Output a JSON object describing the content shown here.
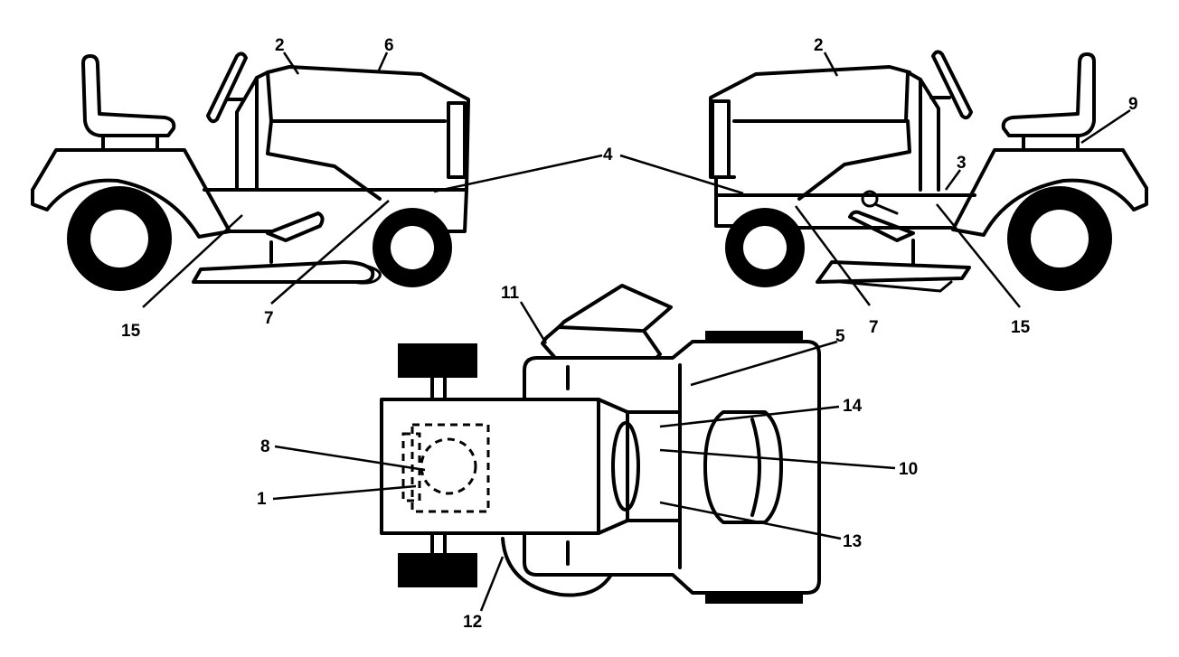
{
  "diagram": {
    "colors": {
      "line": "#000000",
      "background": "#ffffff"
    },
    "callouts": {
      "left_view": {
        "c2": "2",
        "c6": "6",
        "c4": "4",
        "c15": "15",
        "c7": "7"
      },
      "right_view": {
        "c2": "2",
        "c9": "9",
        "c3": "3",
        "c7": "7",
        "c15": "15"
      },
      "top_view": {
        "c11": "11",
        "c5": "5",
        "c14": "14",
        "c8": "8",
        "c10": "10",
        "c1": "1",
        "c13": "13",
        "c12": "12"
      }
    }
  }
}
